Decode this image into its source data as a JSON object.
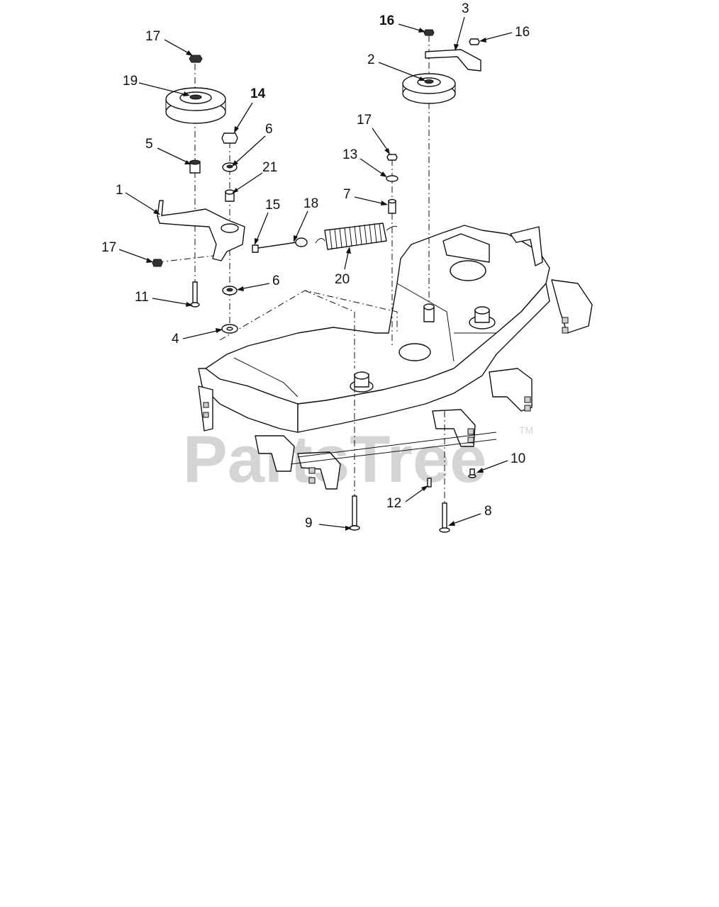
{
  "watermark": {
    "brand": "PartsTree",
    "trademark": "TM"
  },
  "callouts": [
    {
      "label": "17",
      "bold": false
    },
    {
      "label": "19",
      "bold": false
    },
    {
      "label": "14",
      "bold": true
    },
    {
      "label": "6",
      "bold": false
    },
    {
      "label": "5",
      "bold": false
    },
    {
      "label": "21",
      "bold": false
    },
    {
      "label": "1",
      "bold": false
    },
    {
      "label": "15",
      "bold": false
    },
    {
      "label": "18",
      "bold": false
    },
    {
      "label": "17",
      "bold": false
    },
    {
      "label": "11",
      "bold": false
    },
    {
      "label": "6",
      "bold": false
    },
    {
      "label": "4",
      "bold": false
    },
    {
      "label": "16",
      "bold": true
    },
    {
      "label": "3",
      "bold": false
    },
    {
      "label": "16",
      "bold": false
    },
    {
      "label": "2",
      "bold": false
    },
    {
      "label": "17",
      "bold": false
    },
    {
      "label": "13",
      "bold": false
    },
    {
      "label": "7",
      "bold": false
    },
    {
      "label": "20",
      "bold": false
    },
    {
      "label": "10",
      "bold": false
    },
    {
      "label": "12",
      "bold": false
    },
    {
      "label": "9",
      "bold": false
    },
    {
      "label": "8",
      "bold": false
    }
  ]
}
